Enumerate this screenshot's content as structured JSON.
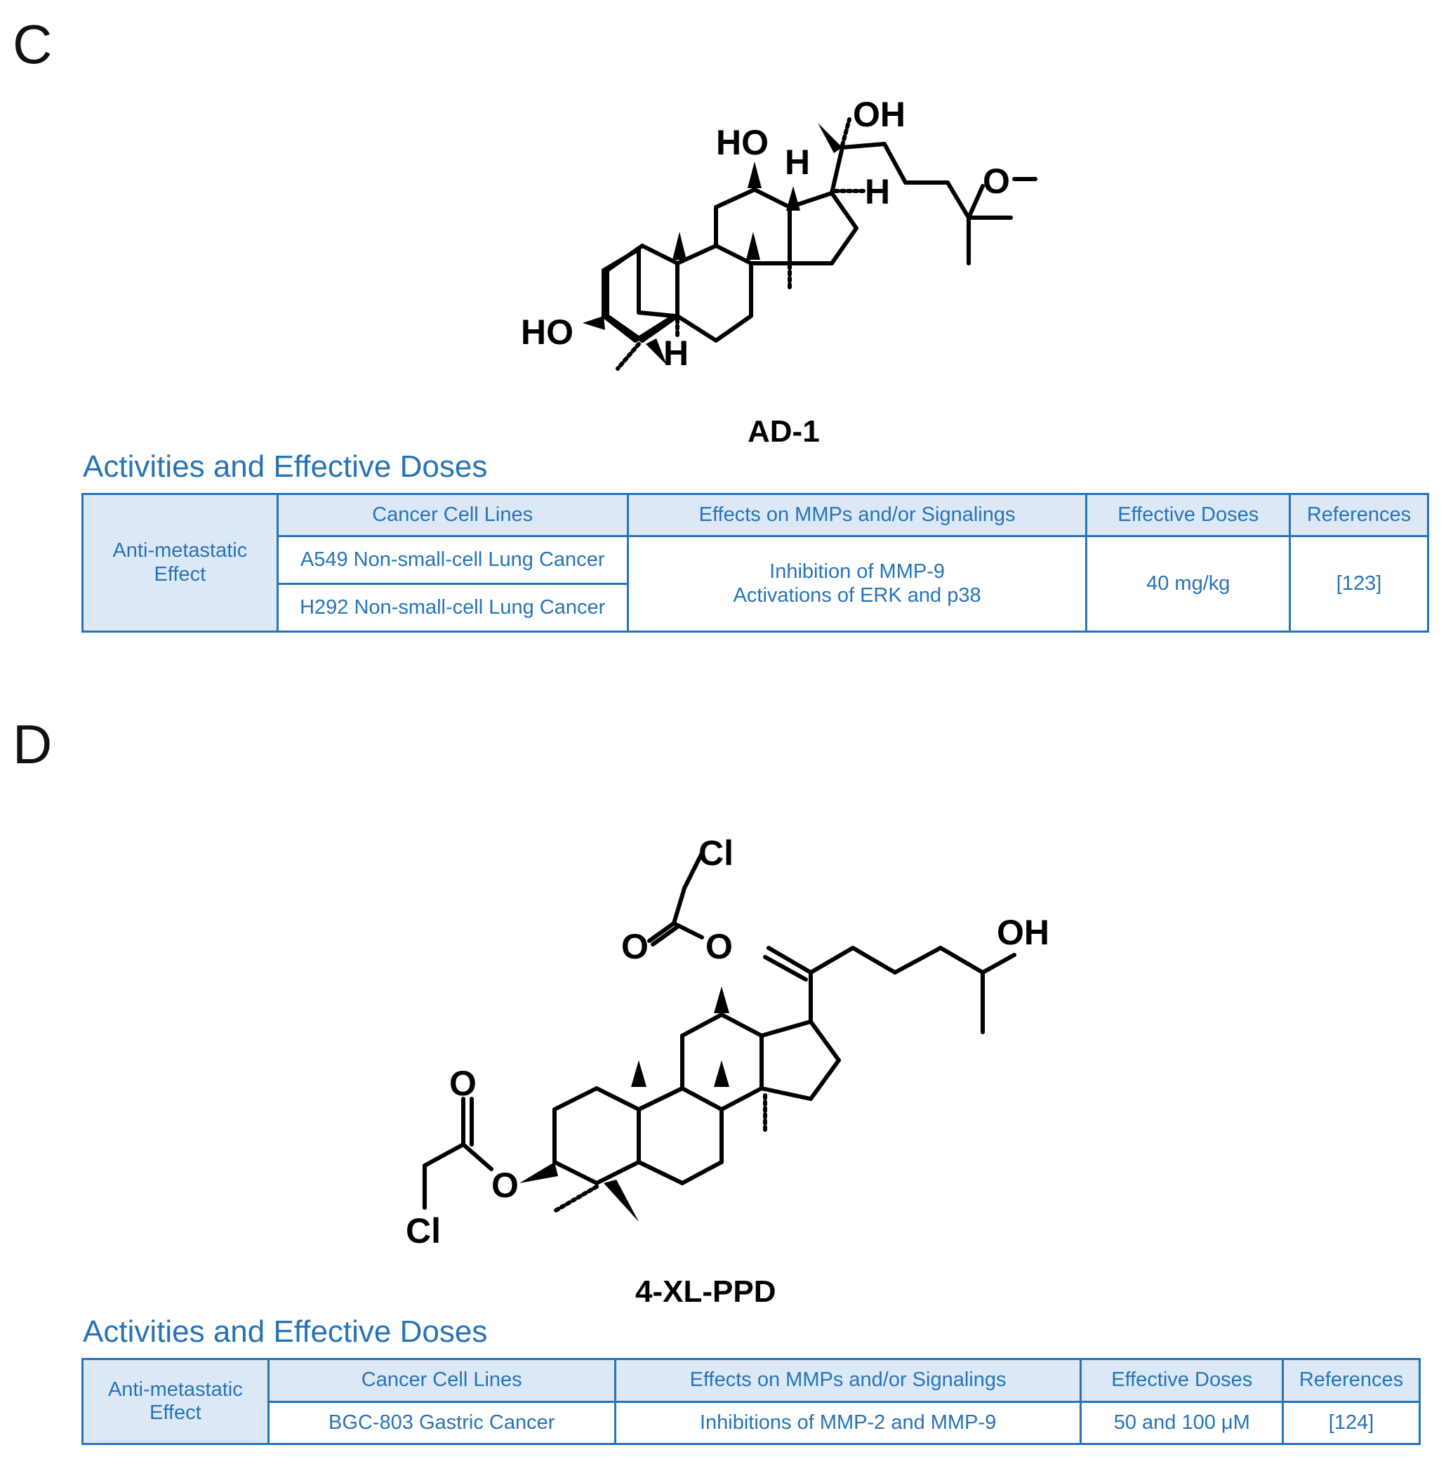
{
  "panels": [
    {
      "letter": "C",
      "compound": "AD-1",
      "atoms": {
        "oh_top": "OH",
        "ho_12": "HO",
        "h_13": "H",
        "h_17": "H",
        "o_ether": "O",
        "ho_3": "HO",
        "h_5": "H"
      },
      "section_title": "Activities and Effective Doses",
      "table": {
        "row_label": "Anti-metastatic Effect",
        "headers": [
          "Cancer Cell Lines",
          "Effects on MMPs and/or Signalings",
          "Effective Doses",
          "References"
        ],
        "cell_lines": [
          "A549 Non-small-cell Lung Cancer",
          "H292 Non-small-cell Lung Cancer"
        ],
        "effects": [
          "Inhibition of MMP-9",
          "Activations of ERK and p38"
        ],
        "dose": "40 mg/kg",
        "reference": "[123]"
      }
    },
    {
      "letter": "D",
      "compound": "4-XL-PPD",
      "atoms": {
        "cl_top": "Cl",
        "o_carbonyl_top": "O",
        "o_ester_top": "O",
        "oh": "OH",
        "o_carbonyl_left": "O",
        "o_ester_left": "O",
        "cl_left": "Cl"
      },
      "section_title": "Activities and Effective Doses",
      "table": {
        "row_label": "Anti-metastatic Effect",
        "headers": [
          "Cancer Cell Lines",
          "Effects on MMPs and/or Signalings",
          "Effective Doses",
          "References"
        ],
        "cell_line": "BGC-803 Gastric Cancer",
        "effect": "Inhibitions of MMP-2 and MMP-9",
        "dose": "50 and 100 μM",
        "reference": "[124]"
      }
    }
  ]
}
